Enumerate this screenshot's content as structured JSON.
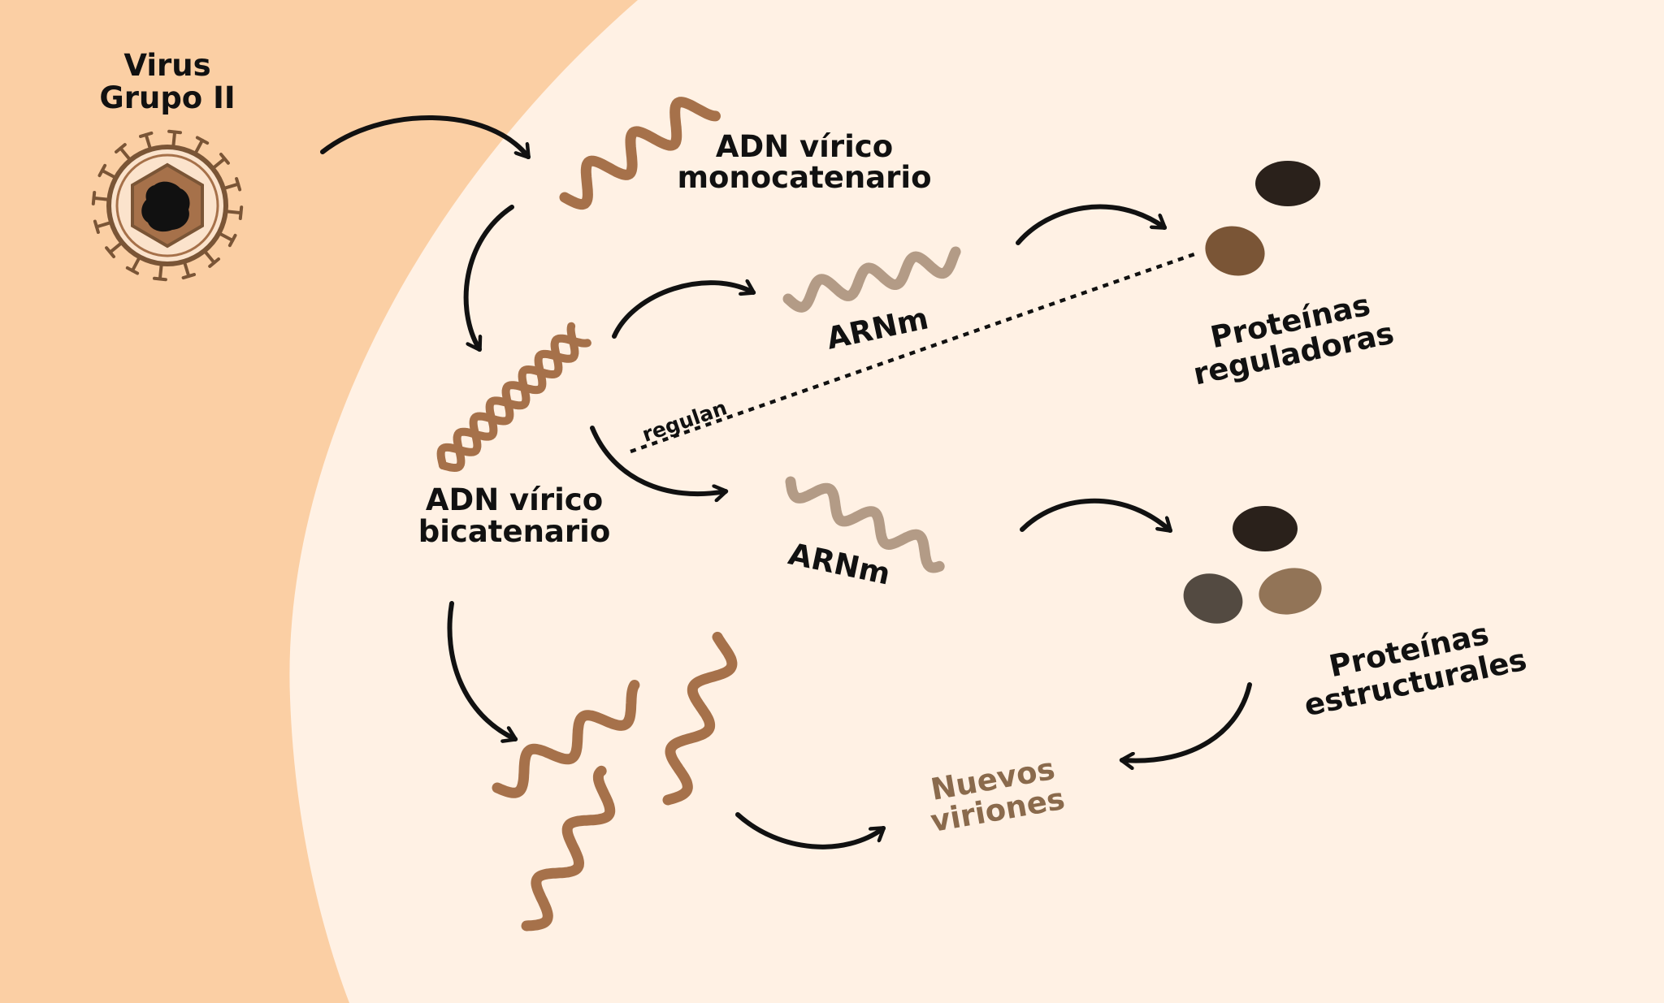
{
  "virus": {
    "title_line1": "Virus",
    "title_line2": "Grupo II"
  },
  "labels": {
    "ssdna_line1": "ADN vírico",
    "ssdna_line2": "monocatenario",
    "dsdna_line1": "ADN vírico",
    "dsdna_line2": "bicatenario",
    "mrna_top": "ARNm",
    "mrna_bottom": "ARNm",
    "reg_line1": "Proteínas",
    "reg_line2": "reguladoras",
    "struct_line1": "Proteínas",
    "struct_line2": "estructurales",
    "regulate": "regulan",
    "new_line1": "Nuevos",
    "new_line2": "viriones"
  },
  "icons": {
    "virus": "virus-particle-icon",
    "ssdna": "single-strand-dna-icon",
    "dsdna": "double-helix-dna-icon",
    "mrna": "mrna-strand-icon",
    "protein": "protein-blob-icon"
  },
  "colors": {
    "outside_background": "#fbcfa4",
    "cell_cytoplasm": "#fff1e4",
    "dna_strand": "#a6714a",
    "mrna_strand": "#b39b86",
    "arrow": "#111111",
    "new_virions_label": "#8a6a4c",
    "protein_dark": "#2a211b",
    "protein_brown": "#7a5536",
    "protein_gray": "#534a41",
    "protein_tan": "#927457"
  }
}
